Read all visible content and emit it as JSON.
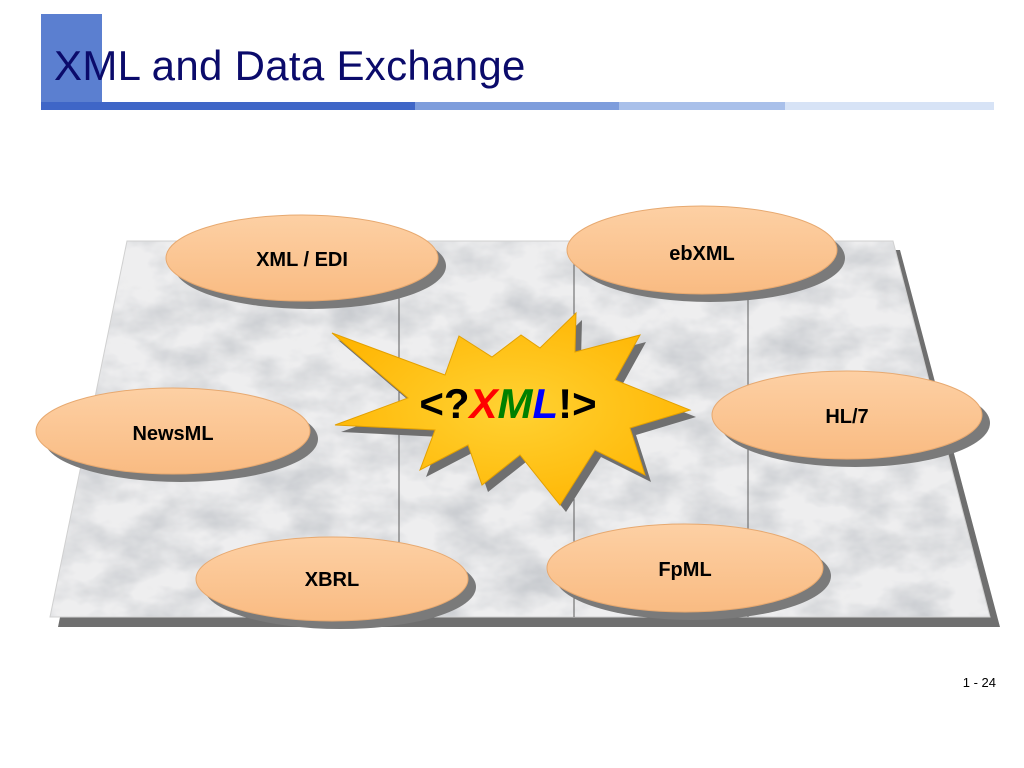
{
  "slide": {
    "title": "XML and Data Exchange",
    "page_number": "1 - 24"
  },
  "center": {
    "prefix": "<?",
    "letters": [
      {
        "text": "X",
        "color": "#ff0000"
      },
      {
        "text": "M",
        "color": "#008000"
      },
      {
        "text": "L",
        "color": "#0000ff"
      }
    ],
    "suffix": "!>",
    "burst_color": "#ffc61a",
    "text_color": "#000000"
  },
  "standards": [
    {
      "id": "xml-edi",
      "label": "XML / EDI"
    },
    {
      "id": "ebxml",
      "label": "ebXML"
    },
    {
      "id": "newsml",
      "label": "NewsML"
    },
    {
      "id": "hl7",
      "label": "HL/7"
    },
    {
      "id": "xbrl",
      "label": "XBRL"
    },
    {
      "id": "fpml",
      "label": "FpML"
    }
  ],
  "colors": {
    "title": "#0b0b6b",
    "accent": "#5b7fd0",
    "node_fill": "#fcc794",
    "node_edge": "#e7a970",
    "shadow": "#7a7a7a"
  }
}
